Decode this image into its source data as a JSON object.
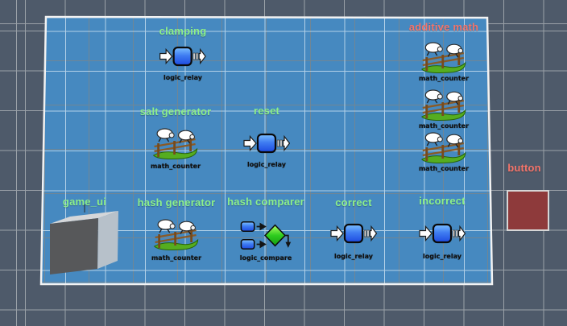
{
  "colors": {
    "background": "#4e5a6a",
    "grid_line": "#9aa1a8",
    "panel_fill": "#4689c0",
    "panel_border": "#f2f2f2",
    "label_green": "#8df08a",
    "label_red": "#f3746a",
    "entity_label_color": "#101010",
    "relay_blue": "#3f7df2",
    "compare_green": "#2ecc1e",
    "button_fill": "#8e3a3b",
    "button_border": "#d6d6d6",
    "cube_front": "#57585a",
    "cube_top": "#d5d7d9",
    "cube_side": "#b7c1ca"
  },
  "groups": {
    "clamping": {
      "label": "clamping",
      "entity": "logic_relay",
      "icon": "logic-relay-icon"
    },
    "additive_math": {
      "label": "additive math",
      "counter1": "math_counter",
      "counter2": "math_counter",
      "counter3": "math_counter",
      "icon": "math-counter-icon"
    },
    "salt_generator": {
      "label": "salt generator",
      "entity": "math_counter",
      "icon": "math-counter-icon"
    },
    "reset": {
      "label": "reset",
      "entity": "logic_relay",
      "icon": "logic-relay-icon"
    },
    "game_ui": {
      "label": "game_ui",
      "icon": "gray-cube"
    },
    "hash_generator": {
      "label": "hash generator",
      "entity": "math_counter",
      "icon": "math-counter-icon"
    },
    "hash_comparer": {
      "label": "hash comparer",
      "entity": "logic_compare",
      "icon": "logic-compare-icon"
    },
    "correct": {
      "label": "correct",
      "entity": "logic_relay",
      "icon": "logic-relay-icon"
    },
    "incorrect": {
      "label": "incorrect",
      "entity": "logic_relay",
      "icon": "logic-relay-icon"
    },
    "button": {
      "label": "button",
      "icon": "red-button-brush"
    }
  }
}
